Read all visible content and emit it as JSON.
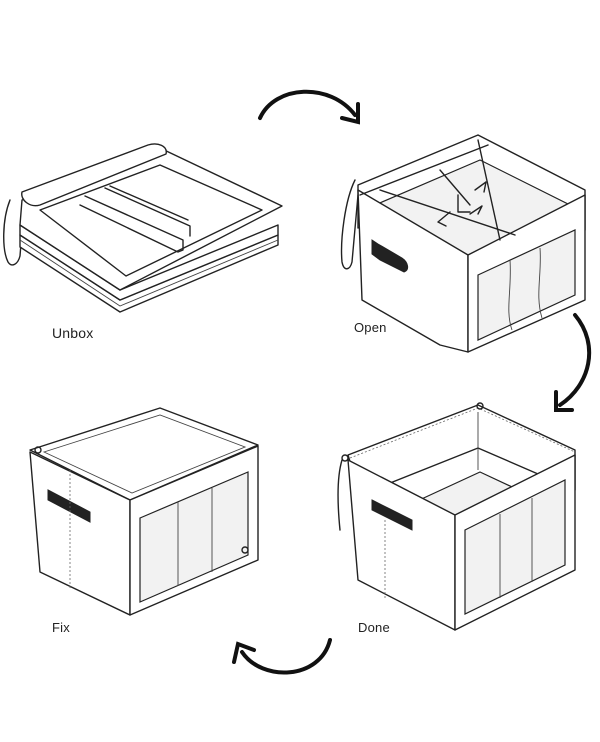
{
  "steps": [
    {
      "id": "unbox",
      "label": "Unbox"
    },
    {
      "id": "open",
      "label": "Open"
    },
    {
      "id": "fix",
      "label": "Fix"
    },
    {
      "id": "done",
      "label": "Done"
    }
  ],
  "icons": {
    "flow_arrow": "curved-arrow-icon"
  },
  "colors": {
    "line": "#222222",
    "background": "#ffffff"
  }
}
